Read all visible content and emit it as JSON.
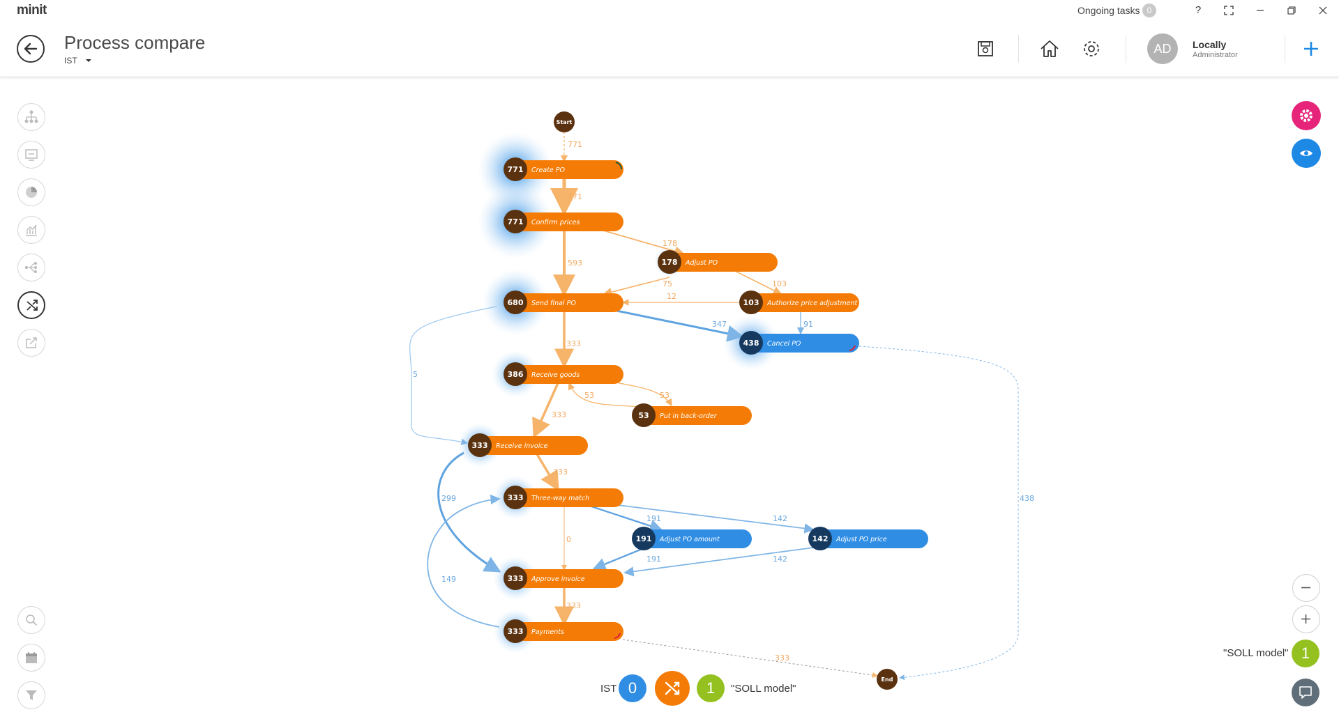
{
  "app": {
    "logo": "minit",
    "ongoing_tasks_label": "Ongoing tasks",
    "ongoing_tasks_count": "0",
    "help_label": "?"
  },
  "header": {
    "title": "Process compare",
    "dataset": "IST",
    "user_initials": "AD",
    "user_name": "Locally",
    "user_role": "Administrator"
  },
  "colors": {
    "orange": "#f47c06",
    "blue": "#2f8de4",
    "brown": "#5b3210",
    "navy": "#163a5f",
    "green": "#94c11f",
    "pink": "#e6247a"
  },
  "left_toolbar": [
    "process-map-icon",
    "dashboard-icon",
    "pie-chart-icon",
    "statistics-icon",
    "variants-icon",
    "compare-icon",
    "export-icon",
    "search-icon",
    "calendar-icon",
    "filter-icon"
  ],
  "graph": {
    "start_label": "Start",
    "end_label": "End",
    "nodes": [
      {
        "id": "create_po",
        "label": "Create PO",
        "count": "771",
        "variant": "orange"
      },
      {
        "id": "confirm_prices",
        "label": "Confirm prices",
        "count": "771",
        "variant": "orange"
      },
      {
        "id": "adjust_po",
        "label": "Adjust PO",
        "count": "178",
        "variant": "orange"
      },
      {
        "id": "send_final_po",
        "label": "Send final PO",
        "count": "680",
        "variant": "orange"
      },
      {
        "id": "authorize_price_adjustment",
        "label": "Authorize price adjustment",
        "count": "103",
        "variant": "orange"
      },
      {
        "id": "cancel_po",
        "label": "Cancel PO",
        "count": "438",
        "variant": "blue"
      },
      {
        "id": "receive_goods",
        "label": "Receive goods",
        "count": "386",
        "variant": "orange"
      },
      {
        "id": "put_in_back_order",
        "label": "Put in back-order",
        "count": "53",
        "variant": "orange"
      },
      {
        "id": "receive_invoice",
        "label": "Receive invoice",
        "count": "333",
        "variant": "orange"
      },
      {
        "id": "three_way_match",
        "label": "Three-way match",
        "count": "333",
        "variant": "orange"
      },
      {
        "id": "adjust_po_amount",
        "label": "Adjust PO amount",
        "count": "191",
        "variant": "blue"
      },
      {
        "id": "adjust_po_price",
        "label": "Adjust PO price",
        "count": "142",
        "variant": "blue"
      },
      {
        "id": "approve_invoice",
        "label": "Approve invoice",
        "count": "333",
        "variant": "orange"
      },
      {
        "id": "payments",
        "label": "Payments",
        "count": "333",
        "variant": "orange"
      }
    ],
    "edges": [
      {
        "from": "start",
        "to": "create_po",
        "value": "771",
        "variant": "orange"
      },
      {
        "from": "create_po",
        "to": "confirm_prices",
        "value": "771",
        "variant": "orange"
      },
      {
        "from": "confirm_prices",
        "to": "adjust_po",
        "value": "178",
        "variant": "orange"
      },
      {
        "from": "confirm_prices",
        "to": "send_final_po",
        "value": "593",
        "variant": "orange"
      },
      {
        "from": "adjust_po",
        "to": "send_final_po",
        "value": "75",
        "variant": "orange"
      },
      {
        "from": "adjust_po",
        "to": "authorize_price_adjustment",
        "value": "103",
        "variant": "orange"
      },
      {
        "from": "authorize_price_adjustment",
        "to": "send_final_po",
        "value": "12",
        "variant": "orange"
      },
      {
        "from": "authorize_price_adjustment",
        "to": "cancel_po",
        "value": "91",
        "variant": "blue"
      },
      {
        "from": "send_final_po",
        "to": "cancel_po",
        "value": "347",
        "variant": "blue"
      },
      {
        "from": "send_final_po",
        "to": "receive_goods",
        "value": "333",
        "variant": "orange"
      },
      {
        "from": "send_final_po",
        "to": "receive_invoice",
        "value": "5",
        "variant": "blue"
      },
      {
        "from": "receive_goods",
        "to": "put_in_back_order",
        "value": "53",
        "variant": "orange"
      },
      {
        "from": "put_in_back_order",
        "to": "receive_goods",
        "value": "53",
        "variant": "orange"
      },
      {
        "from": "receive_goods",
        "to": "receive_invoice",
        "value": "333",
        "variant": "orange"
      },
      {
        "from": "receive_invoice",
        "to": "three_way_match",
        "value": "333",
        "variant": "orange"
      },
      {
        "from": "receive_invoice",
        "to": "approve_invoice",
        "value": "299",
        "variant": "blue"
      },
      {
        "from": "three_way_match",
        "to": "adjust_po_amount",
        "value": "191",
        "variant": "blue"
      },
      {
        "from": "three_way_match",
        "to": "adjust_po_price",
        "value": "142",
        "variant": "blue"
      },
      {
        "from": "three_way_match",
        "to": "approve_invoice",
        "value": "0",
        "variant": "orange"
      },
      {
        "from": "adjust_po_amount",
        "to": "approve_invoice",
        "value": "191",
        "variant": "blue"
      },
      {
        "from": "adjust_po_price",
        "to": "approve_invoice",
        "value": "142",
        "variant": "blue"
      },
      {
        "from": "payments",
        "to": "three_way_match",
        "value": "149",
        "variant": "blue"
      },
      {
        "from": "approve_invoice",
        "to": "payments",
        "value": "333",
        "variant": "orange"
      },
      {
        "from": "payments",
        "to": "end",
        "value": "333",
        "variant": "orange"
      },
      {
        "from": "cancel_po",
        "to": "end",
        "value": "438",
        "variant": "blue"
      }
    ]
  },
  "legend": {
    "ist_label": "IST",
    "ist_count": "0",
    "soll_count": "1",
    "soll_label": "\"SOLL model\""
  },
  "right_panel": {
    "soll_label": "\"SOLL model\"",
    "soll_count": "1",
    "zoom_out_icon": "minus-icon",
    "zoom_in_icon": "plus-icon"
  }
}
